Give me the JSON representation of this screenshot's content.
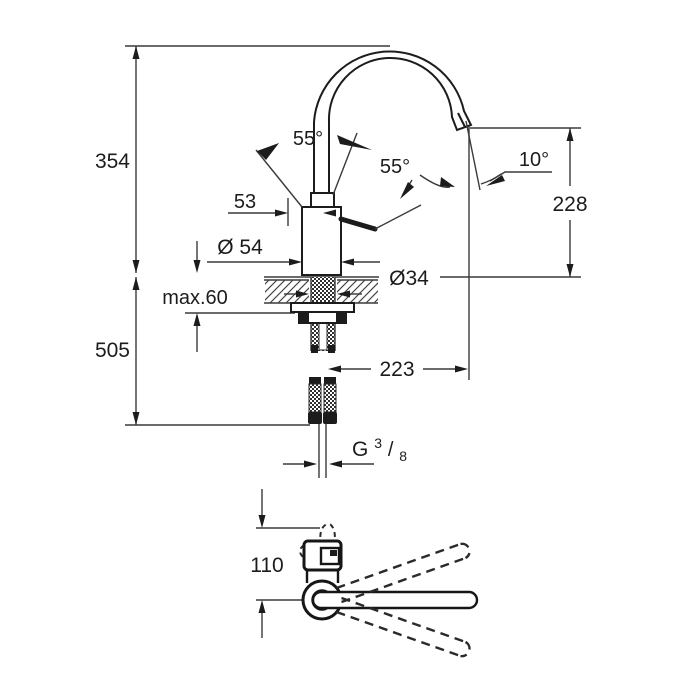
{
  "drawing": {
    "title": "faucet-dimension-drawing",
    "colors": {
      "line": "#1c1c1c",
      "background": "#ffffff"
    },
    "dims": {
      "overall_height": "354",
      "handle_clearance": "53",
      "body_diameter": "Ø 54",
      "max_deck_thickness": "max.60",
      "below_deck_length": "505",
      "handle_swing_left": "55°",
      "handle_swing_right": "55°",
      "spout_outlet_angle": "10°",
      "spout_outlet_height": "228",
      "hole_diameter": "Ø34",
      "hose_projection": "223",
      "lever_length": "110",
      "thread": {
        "prefix": "G",
        "numerator": "3",
        "slash": "/",
        "denominator": "8"
      }
    }
  }
}
